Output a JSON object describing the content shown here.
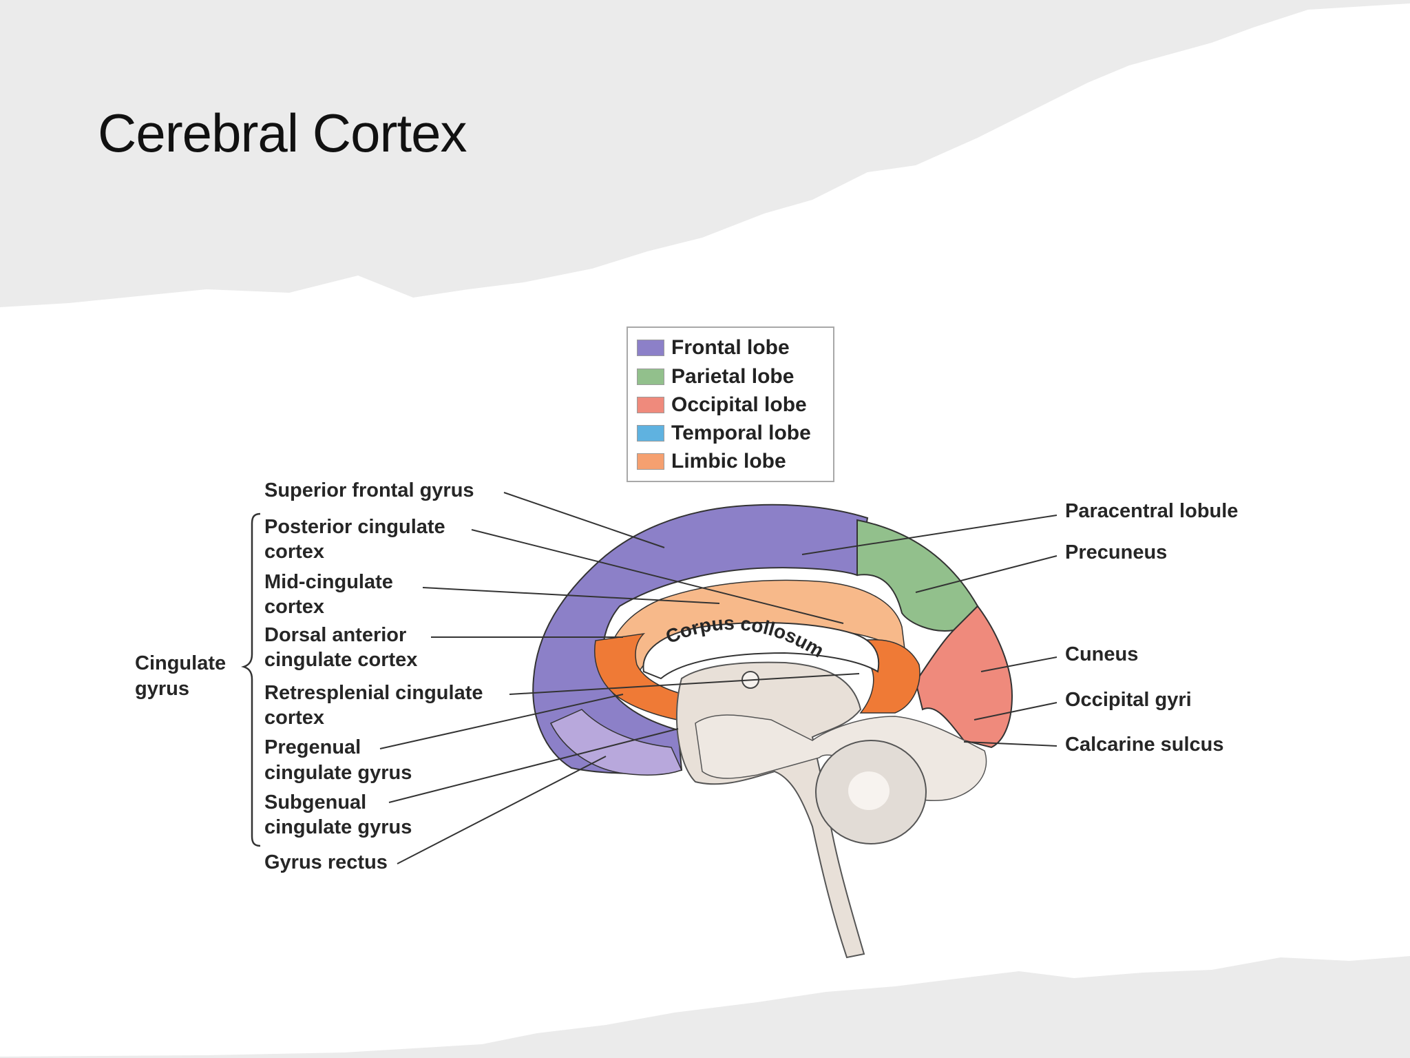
{
  "slide": {
    "title": "Cerebral Cortex"
  },
  "legend": {
    "items": [
      {
        "label": "Frontal lobe",
        "color": "#8c80c8"
      },
      {
        "label": "Parietal lobe",
        "color": "#92c08c"
      },
      {
        "label": "Occipital lobe",
        "color": "#ef8a7c"
      },
      {
        "label": "Temporal lobe",
        "color": "#5fb2e0"
      },
      {
        "label": "Limbic lobe",
        "color": "#f5a070"
      }
    ]
  },
  "labels": {
    "superior_frontal_gyrus": "Superior frontal gyrus",
    "posterior_cingulate_1": "Posterior cingulate",
    "posterior_cingulate_2": "cortex",
    "mid_cingulate_1": "Mid-cingulate",
    "mid_cingulate_2": "cortex",
    "dorsal_anterior_1": "Dorsal anterior",
    "dorsal_anterior_2": "cingulate cortex",
    "retrosplenial_1": "Retresplenial cingulate",
    "retrosplenial_2": "cortex",
    "pregenual_1": "Pregenual",
    "pregenual_2": "cingulate gyrus",
    "subgenual_1": "Subgenual",
    "subgenual_2": "cingulate gyrus",
    "gyrus_rectus": "Gyrus rectus",
    "cingulate_gyrus_1": "Cingulate",
    "cingulate_gyrus_2": "gyrus",
    "paracentral_lobule": "Paracentral lobule",
    "precuneus": "Precuneus",
    "cuneus": "Cuneus",
    "occipital_gyri": "Occipital gyri",
    "calcarine_sulcus": "Calcarine sulcus",
    "corpus_callosum": "Corpus collosum"
  }
}
